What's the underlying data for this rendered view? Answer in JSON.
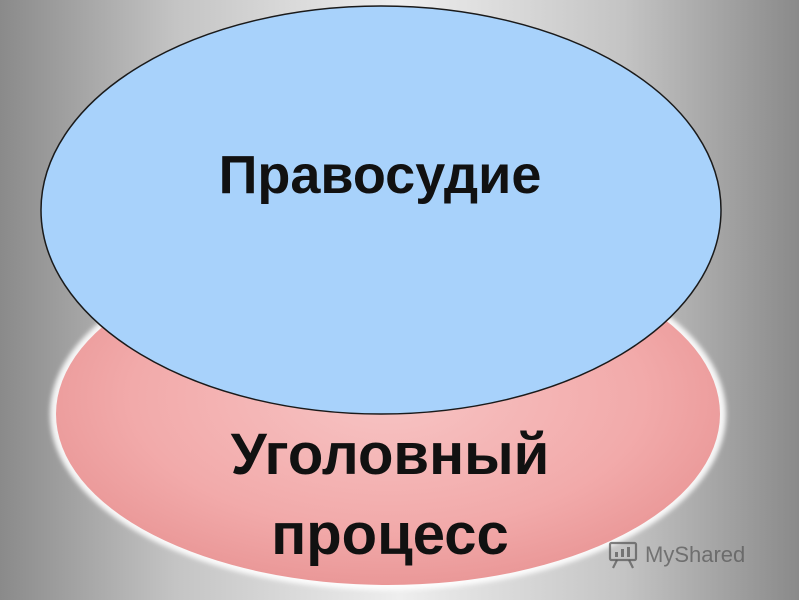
{
  "diagram": {
    "top_circle": {
      "label": "Правосудие",
      "color": "#a8d2fb"
    },
    "bottom_circle": {
      "label_line1": "Уголовный",
      "label_line2": "процесс",
      "color": "#f4a9a9"
    }
  },
  "watermark": {
    "text": "MyShared",
    "icon": "presentation-board-icon"
  }
}
